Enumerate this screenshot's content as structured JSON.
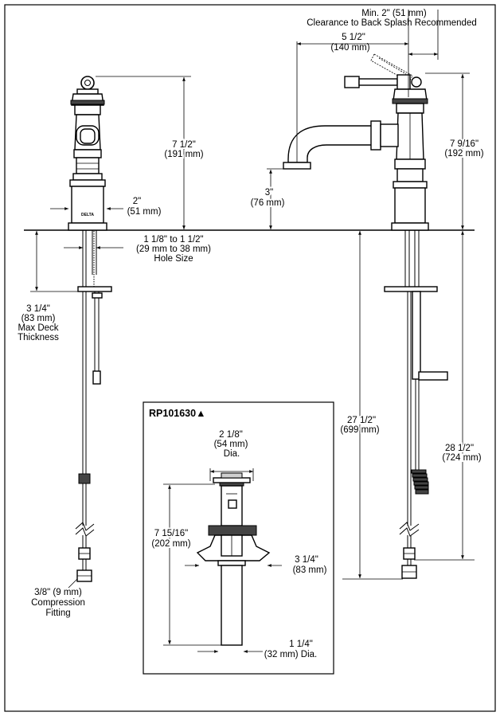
{
  "dims": {
    "clearance_line1": "Min. 2\" (51 mm)",
    "clearance_line2": "Clearance to Back Splash Recommended",
    "reach_in": "5 1/2\"",
    "reach_mm": "(140 mm)",
    "height_front_in": "7 1/2\"",
    "height_front_mm": "(191 mm)",
    "height_side_in": "7 9/16\"",
    "height_side_mm": "(192 mm)",
    "base_in": "2\"",
    "base_mm": "(51 mm)",
    "spout_in": "3\"",
    "spout_mm": "(76 mm)",
    "hole_line1": "1 1/8\" to 1 1/2\"",
    "hole_line2": "(29 mm to 38 mm)",
    "hole_line3": "Hole Size",
    "deck_line1": "3 1/4\"",
    "deck_line2": "(83 mm)",
    "deck_line3": "Max Deck",
    "deck_line4": "Thickness",
    "supply_in": "27 1/2\"",
    "supply_mm": "(699 mm)",
    "overall_in": "28 1/2\"",
    "overall_mm": "(724 mm)",
    "fitting_line1": "3/8\" (9 mm)",
    "fitting_line2": "Compression",
    "fitting_line3": "Fitting",
    "brand_mark": "DELTA"
  },
  "drain": {
    "title": "RP101630▲",
    "flange_in": "2 1/8\"",
    "flange_mm": "(54 mm)",
    "flange_dia": "Dia.",
    "height_in": "7 15/16\"",
    "height_mm": "(202 mm)",
    "width_in": "3 1/4\"",
    "width_mm": "(83 mm)",
    "tail_in": "1 1/4\"",
    "tail_mm": "(32 mm) Dia."
  }
}
